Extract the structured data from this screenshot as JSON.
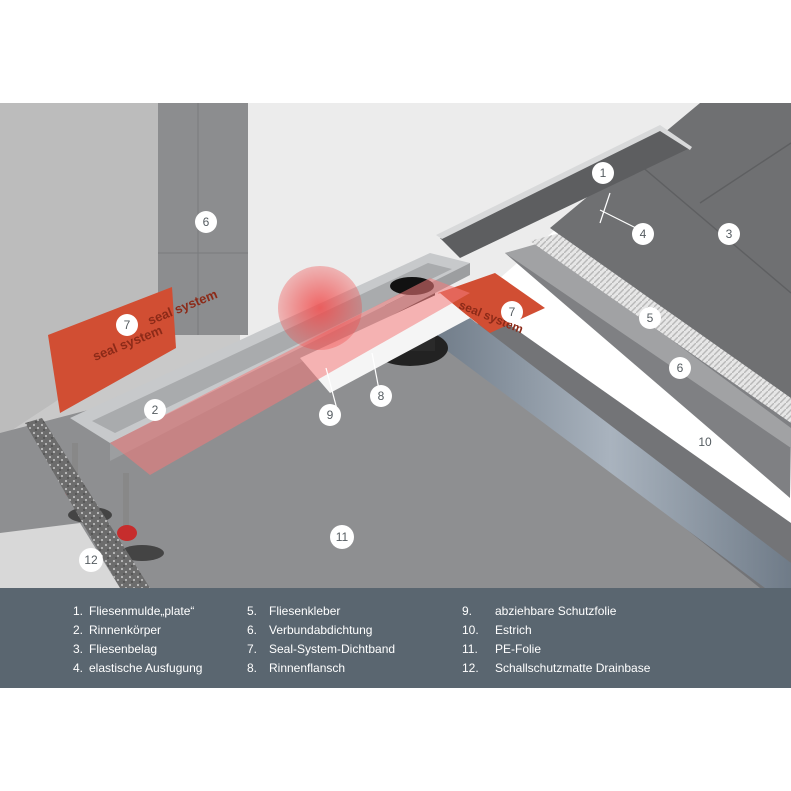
{
  "legend": [
    {
      "num": "1.",
      "text": "Fliesenmulde„plate“"
    },
    {
      "num": "2.",
      "text": "Rinnenkörper"
    },
    {
      "num": "3.",
      "text": "Fliesenbelag"
    },
    {
      "num": "4.",
      "text": "elastische Ausfugung"
    },
    {
      "num": "5.",
      "text": "Fliesenkleber"
    },
    {
      "num": "6.",
      "text": "Verbundabdichtung"
    },
    {
      "num": "7.",
      "text": "Seal-System-Dichtband"
    },
    {
      "num": "8.",
      "text": "Rinnenflansch"
    },
    {
      "num": "9.",
      "text": "abziehbare Schutzfolie"
    },
    {
      "num": "10.",
      "text": "Estrich"
    },
    {
      "num": "11.",
      "text": "PE-Folie"
    },
    {
      "num": "12.",
      "text": "Schallschutzmatte Drainbase"
    }
  ],
  "markers": {
    "m1": "1",
    "m2": "2",
    "m3": "3",
    "m4": "4",
    "m5": "5",
    "m6a": "6",
    "m6b": "6",
    "m7a": "7",
    "m7b": "7",
    "m8": "8",
    "m9": "9",
    "m10": "10",
    "m11": "11",
    "m12": "12"
  },
  "seal_text": "seal system",
  "colors": {
    "wall_left": "#c9c9c9",
    "wall_back": "#ececec",
    "pillar": "#8c8d8f",
    "floor": "#8e8f91",
    "screed": "#7f8083",
    "tile": "#6f7072",
    "seal_band": "#d14e33",
    "pipe": "#8e99a6",
    "steel": "#c7c9cb",
    "legend_bg": "#5a6670"
  }
}
